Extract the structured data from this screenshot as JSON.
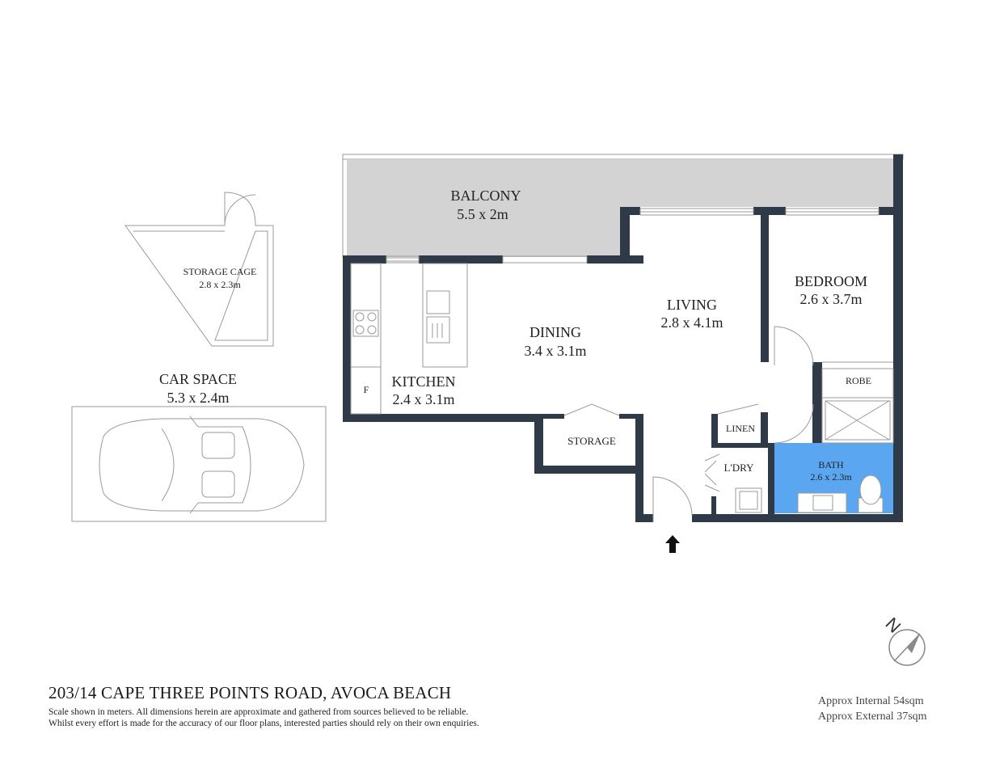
{
  "rooms": {
    "balcony": {
      "name": "BALCONY",
      "size": "5.5 x 2m"
    },
    "living": {
      "name": "LIVING",
      "size": "2.8 x 4.1m"
    },
    "bedroom": {
      "name": "BEDROOM",
      "size": "2.6 x 3.7m"
    },
    "dining": {
      "name": "DINING",
      "size": "3.4 x 3.1m"
    },
    "kitchen": {
      "name": "KITCHEN",
      "size": "2.4 x 3.1m"
    },
    "bath": {
      "name": "BATH",
      "size": "2.6 x 2.3m"
    },
    "storage_cage": {
      "name": "STORAGE CAGE",
      "size": "2.8 x 2.3m"
    },
    "car_space": {
      "name": "CAR SPACE",
      "size": "5.3 x 2.4m"
    }
  },
  "fixtures": {
    "robe": "ROBE",
    "linen": "LINEN",
    "laundry": "L'DRY",
    "storage": "STORAGE",
    "fridge": "F"
  },
  "compass": {
    "label": "N"
  },
  "address": "203/14 CAPE THREE POINTS ROAD, AVOCA BEACH",
  "disclaimer": {
    "line1": "Scale shown in meters. All dimensions herein are approximate and gathered from sources believed to be  reliable.",
    "line2": "Whilst every effort is made for the accuracy of our floor plans, interested parties should rely on their own enquiries."
  },
  "areas": {
    "internal": "Approx Internal 54sqm",
    "external": "Approx External 37sqm"
  },
  "colors": {
    "wall": "#2e3a48",
    "balcony_fill": "#d3d3d3",
    "bath_fill": "#5aa6f0",
    "line": "#8a8a8a"
  }
}
